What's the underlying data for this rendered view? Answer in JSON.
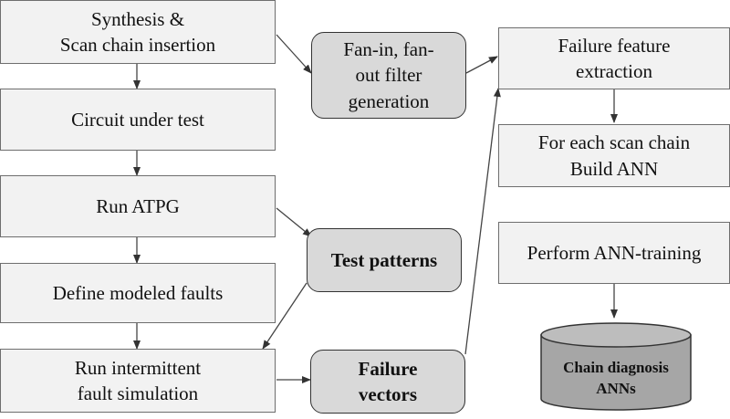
{
  "left_column": {
    "synthesis": "Synthesis &\nScan chain insertion",
    "circuit": "Circuit under test",
    "atpg": "Run ATPG",
    "define_faults": "Define modeled  faults",
    "intermittent": "Run intermittent\nfault simulation"
  },
  "middle_column": {
    "fan_filter": "Fan-in, fan-\nout filter\ngeneration",
    "test_patterns": "Test patterns",
    "failure_vectors": "Failure\nvectors"
  },
  "right_column": {
    "feature_extraction": "Failure feature\nextraction",
    "build_ann": "For each scan chain\nBuild ANN",
    "training": "Perform ANN-training",
    "chain_diagnosis": "Chain diagnosis\nANNs"
  },
  "colors": {
    "process_box_fill": "#f2f2f2",
    "data_box_fill": "#d9d9d9",
    "cylinder_fill": "#a6a6a6",
    "arrow": "#333333"
  }
}
